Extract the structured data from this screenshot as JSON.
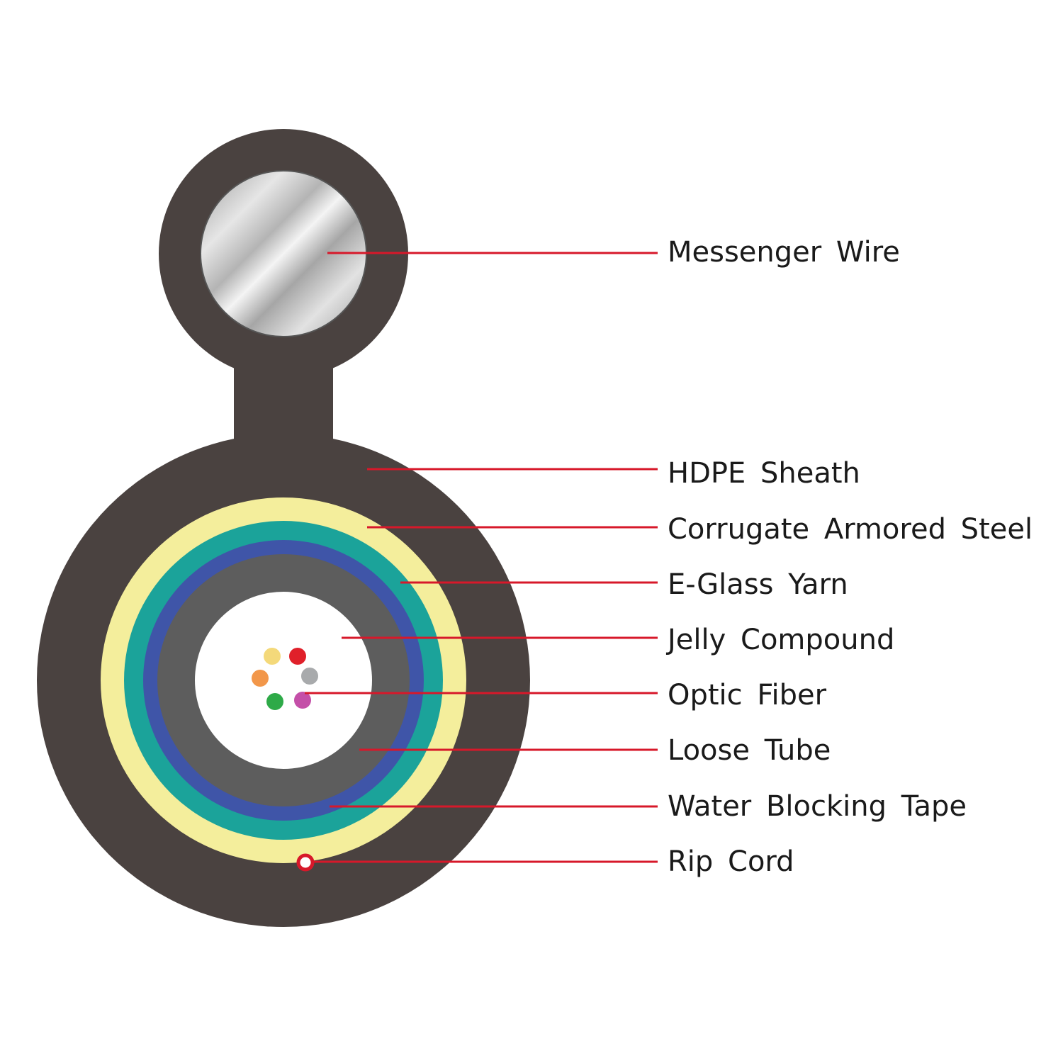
{
  "colors": {
    "sheath": "#4a4240",
    "messenger_steel": "steel-gradient",
    "armored_steel": "#f4ee9c",
    "e_glass_yarn": "#1ba39a",
    "water_blocking_tape": "#3f55a8",
    "loose_tube": "#5d5d5d",
    "jelly_compound": "#ffffff",
    "leader_line": "#d7182a",
    "rip_cord": "#d7182a"
  },
  "fibers": [
    {
      "color": "#f4d97a",
      "name": "yellow"
    },
    {
      "color": "#e0202a",
      "name": "red"
    },
    {
      "color": "#f2974a",
      "name": "orange"
    },
    {
      "color": "#a8aaac",
      "name": "gray"
    },
    {
      "color": "#2eaa48",
      "name": "green"
    },
    {
      "color": "#c44fa8",
      "name": "violet"
    }
  ],
  "labels": [
    {
      "id": "messenger-wire",
      "text": "Messenger Wire"
    },
    {
      "id": "hdpe-sheath",
      "text": "HDPE Sheath"
    },
    {
      "id": "corrugate-armored-steel",
      "text": "Corrugate Armored Steel"
    },
    {
      "id": "e-glass-yarn",
      "text": "E-Glass Yarn"
    },
    {
      "id": "jelly-compound",
      "text": "Jelly Compound"
    },
    {
      "id": "optic-fiber",
      "text": "Optic Fiber"
    },
    {
      "id": "loose-tube",
      "text": "Loose Tube"
    },
    {
      "id": "water-blocking-tape",
      "text": "Water Blocking Tape"
    },
    {
      "id": "rip-cord",
      "text": "Rip Cord"
    }
  ]
}
